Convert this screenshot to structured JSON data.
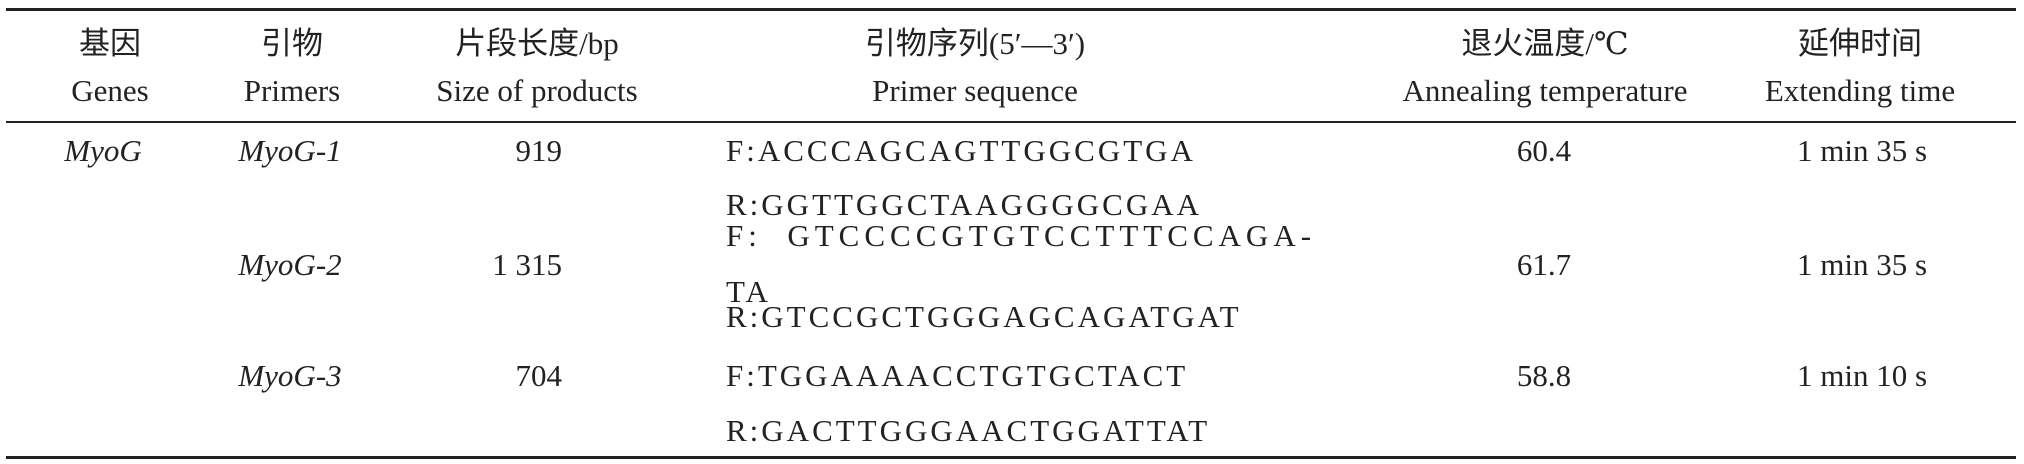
{
  "headers": [
    {
      "zh": "基因",
      "en": "Genes"
    },
    {
      "zh": "引物",
      "en": "Primers"
    },
    {
      "zh": "片段长度/bp",
      "en": "Size of products"
    },
    {
      "zh": "引物序列(5′—3′)",
      "en": "Primer sequence"
    },
    {
      "zh": "退火温度/℃",
      "en": "Annealing temperature"
    },
    {
      "zh": "延伸时间",
      "en": "Extending time"
    }
  ],
  "gene": "MyoG",
  "rows": [
    {
      "primer": "MyoG-1",
      "size": "919",
      "forward": "F:ACCCAGCAGTTGGCGTGA",
      "reverse": "R:GGTTGGCTAAGGGGCGAA",
      "temp": "60.4",
      "time": "1 min 35 s"
    },
    {
      "primer": "MyoG-2",
      "size": "1 315",
      "forward": "F:  GTCCCCGTGTCCTTTCCAGA-",
      "forward_cont": "TA",
      "reverse": "R:GTCCGCTGGGAGCAGATGAT",
      "temp": "61.7",
      "time": "1 min 35 s"
    },
    {
      "primer": "MyoG-3",
      "size": "704",
      "forward": "F:TGGAAAACCTGTGCTACT",
      "reverse": "R:GACTTGGGAACTGGATTAT",
      "temp": "58.8",
      "time": "1 min 10 s"
    }
  ]
}
